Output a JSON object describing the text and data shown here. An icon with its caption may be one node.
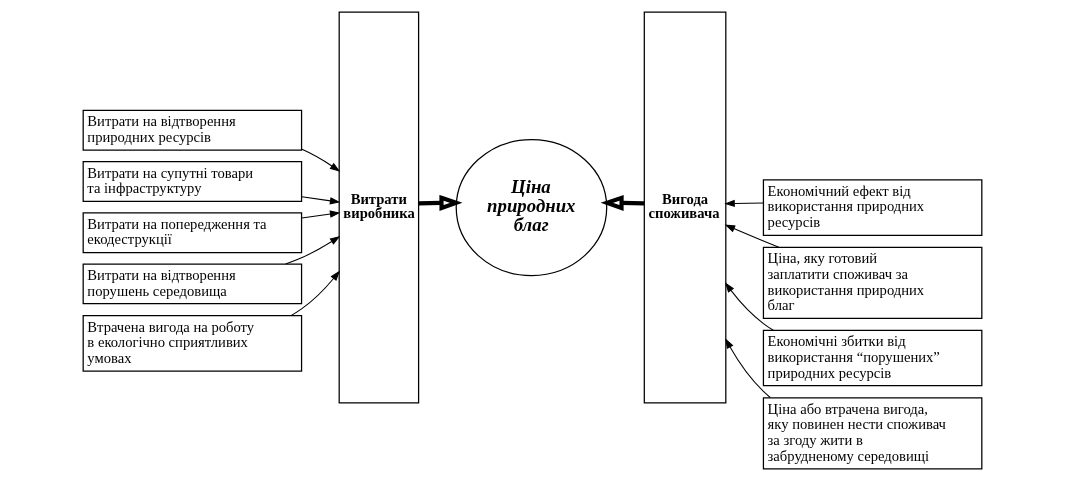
{
  "diagram": {
    "nodes": [
      {
        "text": [
          "Витрати на відтворення природних ресурсів"
        ]
      },
      {
        "text": [
          "Витрати на супутні товари та інфраструктуру"
        ]
      },
      {
        "text": [
          "Витрати на попередження та екодеструкції"
        ]
      },
      {
        "text": [
          "Витрати на відтворення порушень середовища"
        ]
      },
      {
        "text": [
          "Втрачена вигода на роботу в екологічно сприятливих умовах"
        ]
      },
      {
        "text": [
          "Витрати виробника"
        ]
      },
      {
        "text": [
          "Ціна природних благ"
        ]
      },
      {
        "text": [
          "Вигода споживача"
        ]
      },
      {
        "text": [
          "Економічний ефект від використання природних ресурсів"
        ]
      },
      {
        "text": [
          "Ціна, яку готовий заплатити споживач за використання природних благ"
        ]
      },
      {
        "text": [
          "Економічні збитки від використання “порушених” природних ресурсів"
        ]
      },
      {
        "text": [
          "Ціна або втрачена вигода, яку повинен нести споживач за згоду жити в забрудненому середовищі"
        ]
      }
    ],
    "edges": [
      {
        "from": 0,
        "to": 5,
        "arrow": "to"
      },
      {
        "from": 1,
        "to": 5,
        "arrow": "to"
      },
      {
        "from": 2,
        "to": 5,
        "arrow": "to"
      },
      {
        "from": 3,
        "to": 5,
        "arrow": "to"
      },
      {
        "from": 4,
        "to": 5,
        "arrow": "to"
      },
      {
        "from": 5,
        "to": 6,
        "arrow": "to",
        "style": "thick"
      },
      {
        "from": 7,
        "to": 6,
        "arrow": "to",
        "style": "thick"
      },
      {
        "from": 8,
        "to": 7,
        "arrow": "to"
      },
      {
        "from": 9,
        "to": 7,
        "arrow": "to"
      },
      {
        "from": 10,
        "to": 7,
        "arrow": "to"
      },
      {
        "from": 11,
        "to": 7,
        "arrow": "to"
      }
    ]
  }
}
